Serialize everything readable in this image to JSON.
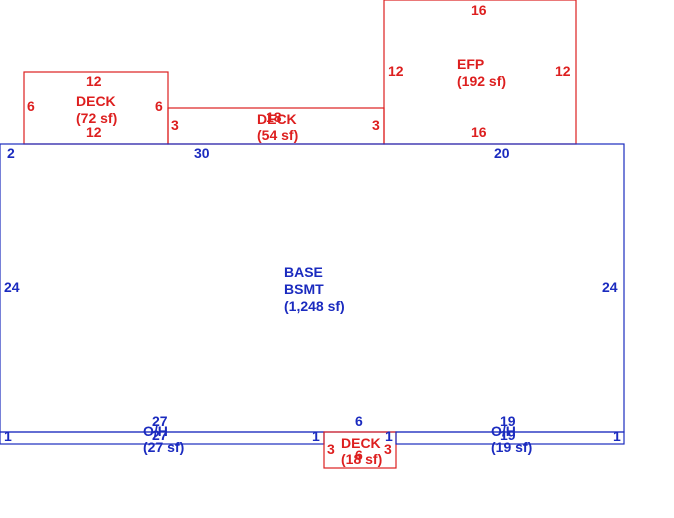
{
  "colors": {
    "deck": "#dd1f1f",
    "base": "#1b2bbf"
  },
  "areas": {
    "deck1": {
      "name": "DECK",
      "area": "(72 sf)",
      "top": "12",
      "bottom": "12",
      "left": "6",
      "right": "6"
    },
    "deck2": {
      "name": "DECK",
      "area": "(54 sf)",
      "top": "18",
      "left": "3",
      "right": "3"
    },
    "efp": {
      "name": "EFP",
      "area": "(192 sf)",
      "top": "16",
      "bottom": "16",
      "left": "12",
      "right": "12"
    },
    "base": {
      "name1": "BASE",
      "name2": "BSMT",
      "area": "(1,248 sf)",
      "top_left": "30",
      "top_right": "20",
      "left": "24",
      "right": "24",
      "corner": "2"
    },
    "oh1": {
      "name": "O/H",
      "area": "(27 sf)",
      "top": "27",
      "bottom": "27",
      "left": "1",
      "right": "1"
    },
    "deck3": {
      "name": "DECK",
      "area": "(18 sf)",
      "top": "6",
      "bottom": "6",
      "left": "3",
      "right": "3"
    },
    "oh2": {
      "name": "O/H",
      "area": "(19 sf)",
      "top": "19",
      "bottom": "19",
      "left": "1",
      "right": "1"
    }
  }
}
